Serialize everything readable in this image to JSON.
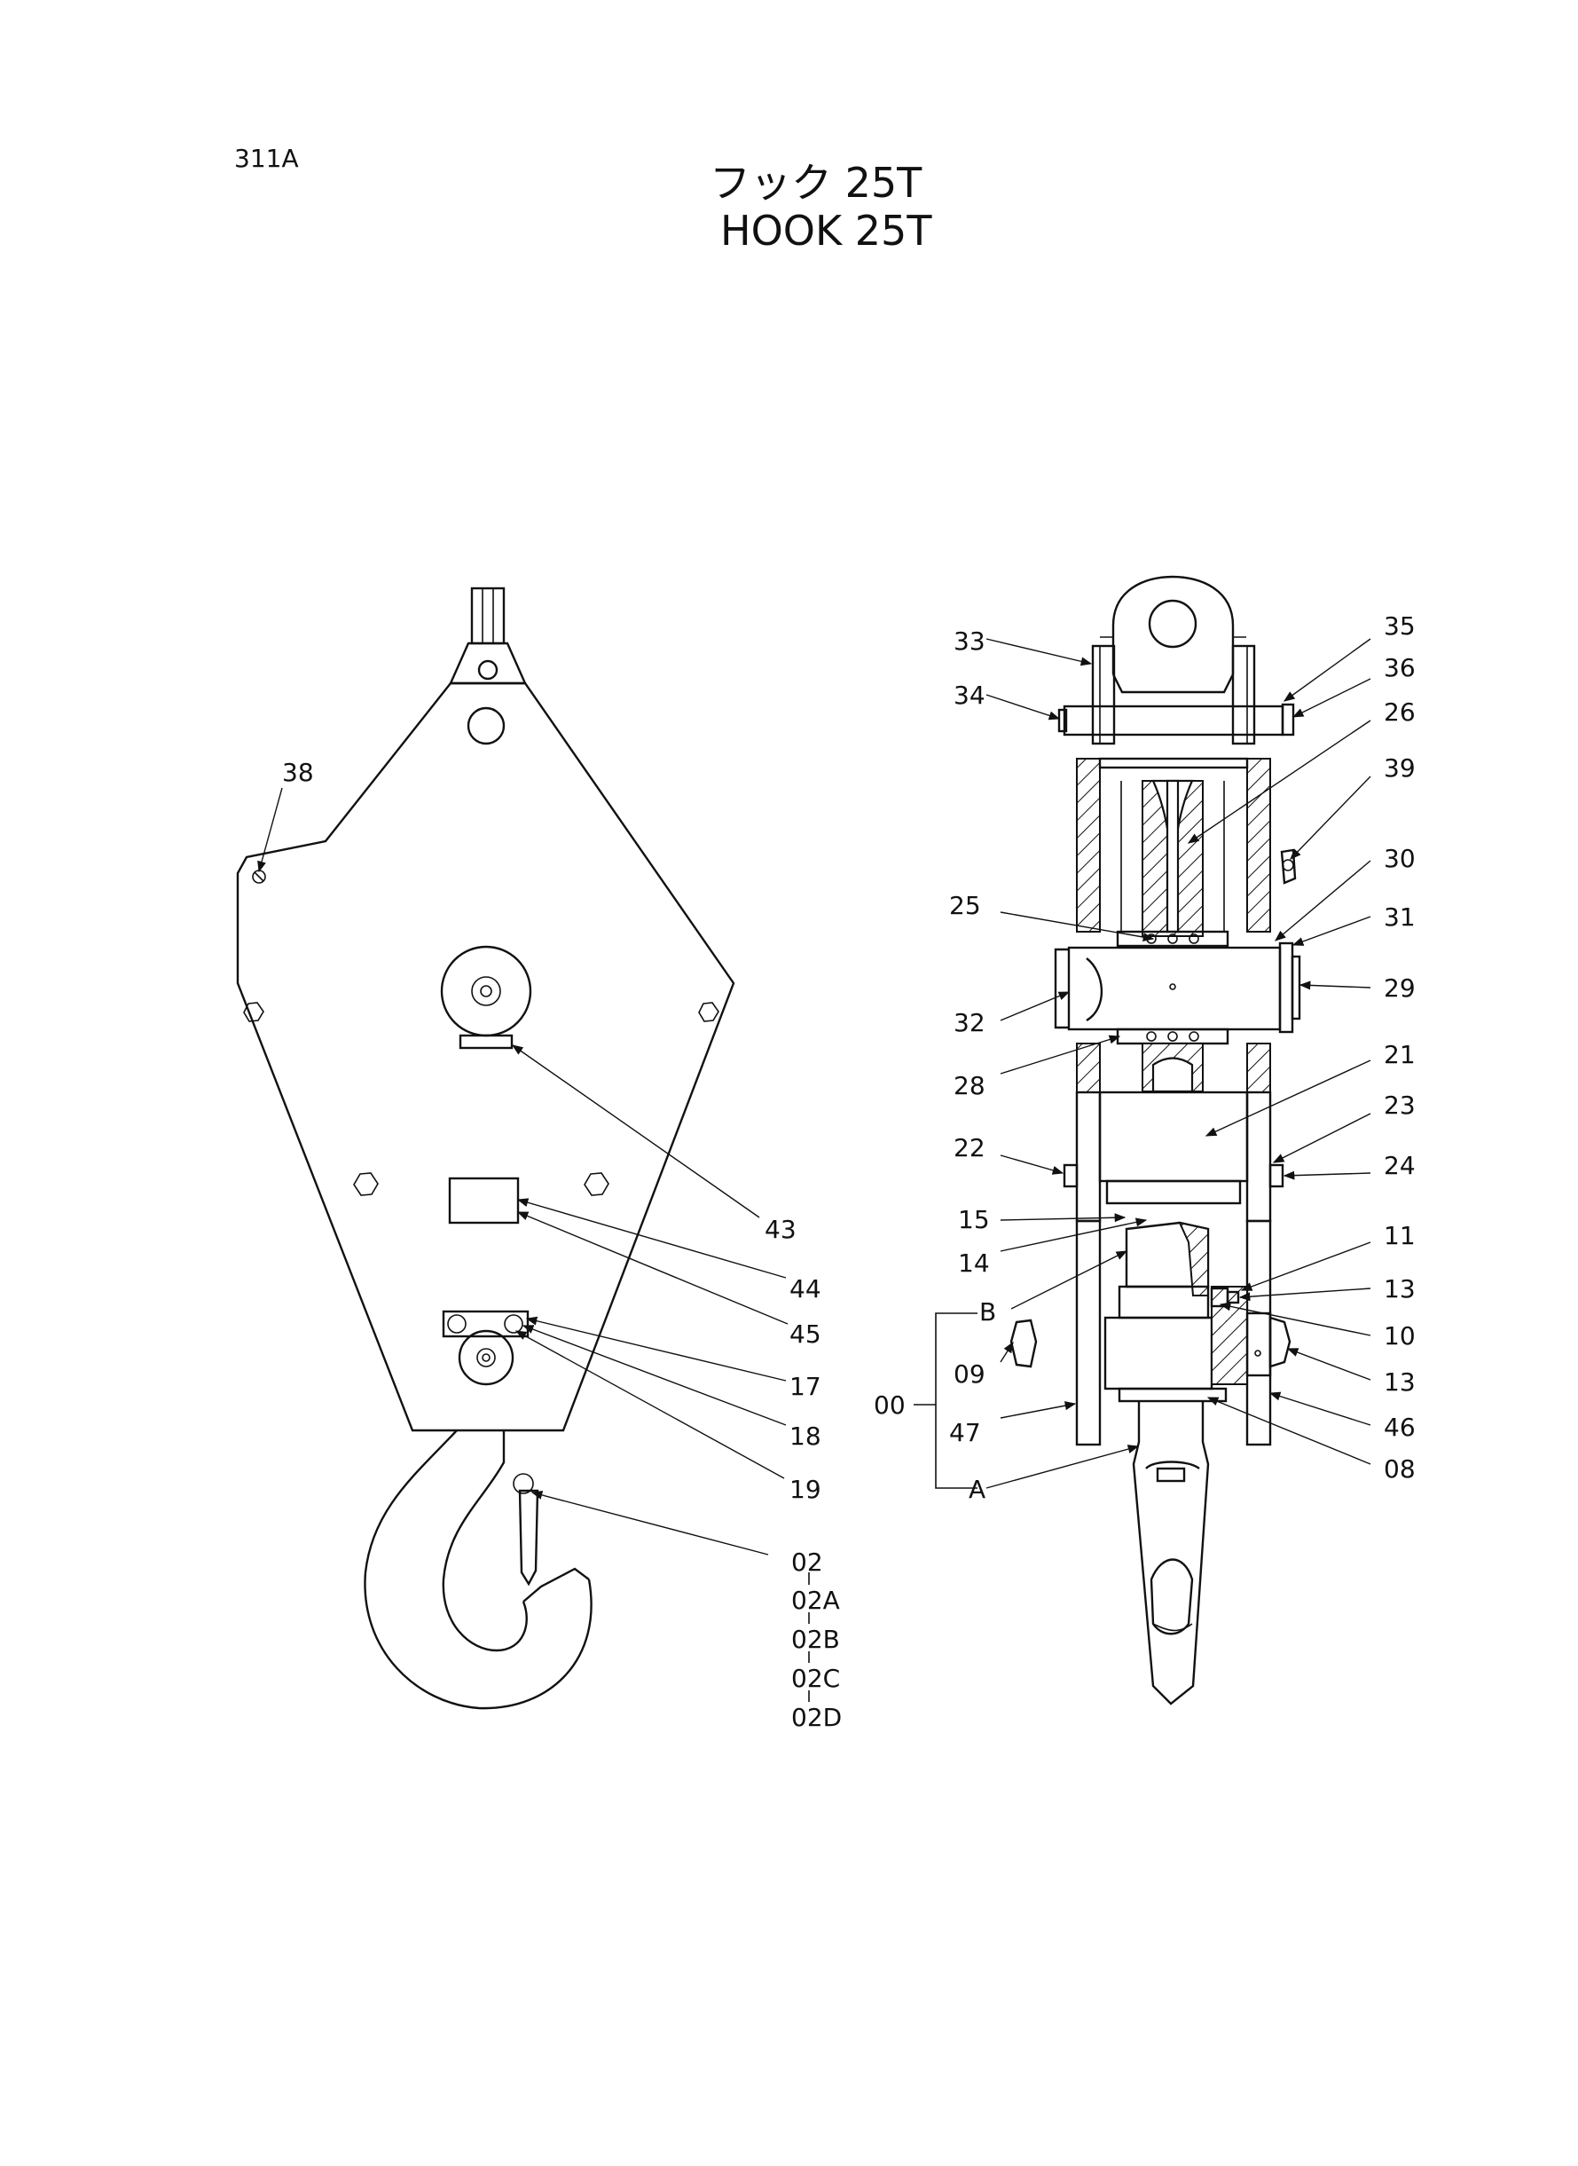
{
  "sheet": {
    "code": "311A",
    "title_jp": "フック 25T",
    "title_en": "HOOK 25T"
  },
  "labels": {
    "l38": "38",
    "l43": "43",
    "l44": "44",
    "l45": "45",
    "l17": "17",
    "l18": "18",
    "l19": "19",
    "l02": "02",
    "l02A": "02A",
    "l02B": "02B",
    "l02C": "02C",
    "l02D": "02D",
    "l33": "33",
    "l34": "34",
    "l35": "35",
    "l36": "36",
    "l26": "26",
    "l39": "39",
    "l30": "30",
    "l31": "31",
    "l25": "25",
    "l29": "29",
    "l32": "32",
    "l28": "28",
    "l21": "21",
    "l23": "23",
    "l22": "22",
    "l24": "24",
    "l15": "15",
    "l14": "14",
    "l11": "11",
    "lB": "B",
    "l13a": "13",
    "l10": "10",
    "l09": "09",
    "l13b": "13",
    "l00": "00",
    "l47": "47",
    "l46": "46",
    "l08": "08",
    "lA": "A"
  },
  "colors": {
    "ink": "#111111",
    "paper": "#ffffff"
  }
}
